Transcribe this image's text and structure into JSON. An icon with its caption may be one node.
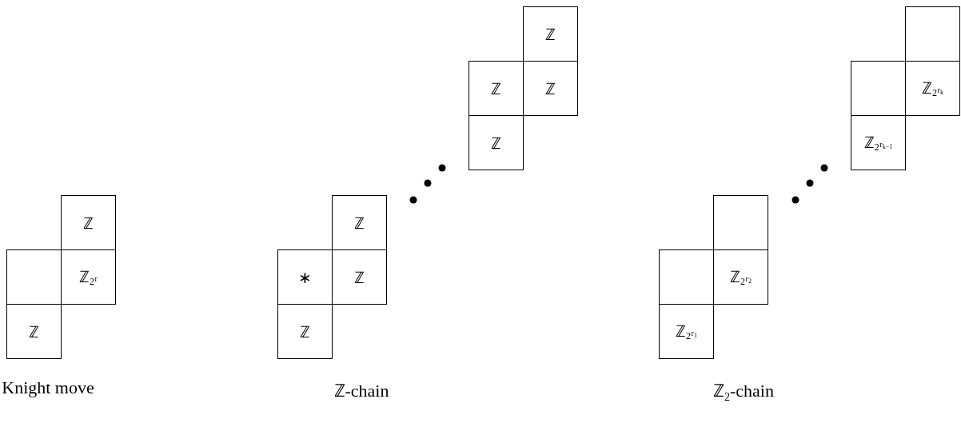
{
  "diagram": {
    "nodes": [
      {
        "text": [
          "ℤ"
        ]
      },
      {
        "text": [],
        "shape": "box"
      },
      {
        "text": [
          "ℤ$_{2}$$^{r}$"
        ]
      },
      {
        "text": [
          "ℤ"
        ]
      },
      {
        "text": [
          "ℤ"
        ]
      },
      {
        "text": [
          "∗"
        ]
      },
      {
        "text": [
          "ℤ"
        ]
      },
      {
        "text": [
          "ℤ"
        ]
      },
      {
        "text": [
          "ℤ"
        ]
      },
      {
        "text": [
          "ℤ"
        ]
      },
      {
        "text": [
          "ℤ"
        ]
      },
      {
        "text": [
          "ℤ"
        ]
      },
      {
        "text": [],
        "shape": "box"
      },
      {
        "text": [],
        "shape": "box"
      },
      {
        "text": [
          "ℤ$_{2}$$^{r}$$_{2}$"
        ]
      },
      {
        "text": [
          "ℤ$_{2}$$^{r}$$_{1}$"
        ]
      },
      {
        "text": [],
        "shape": "box"
      },
      {
        "text": [],
        "shape": "box"
      },
      {
        "text": [
          "ℤ$_{2}$$^{r}$$_{k}$"
        ]
      },
      {
        "text": [
          "ℤ$_{2}$$^{r}$$_{k−1}$"
        ]
      }
    ],
    "labels": [
      "Knight move",
      "ℤ-chain",
      "ℤ$_{2}$-chain"
    ]
  }
}
